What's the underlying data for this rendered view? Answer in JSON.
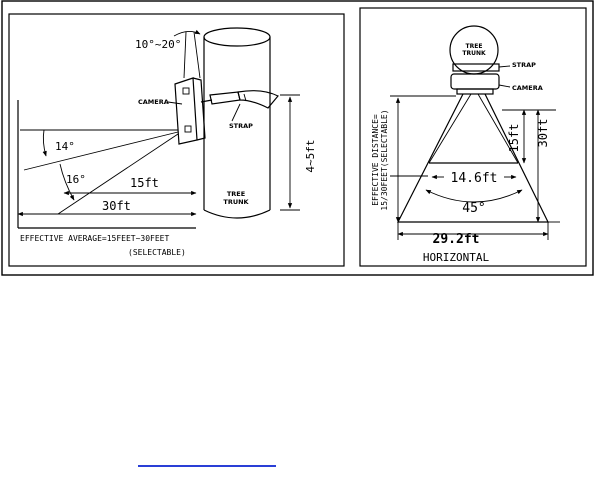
{
  "side_view": {
    "angle_top": "10°~20°",
    "camera": "CAMERA",
    "strap": "STRAP",
    "height": "4~5ft",
    "angle_a": "14°",
    "angle_b": "16°",
    "dist_near": "15ft",
    "dist_far": "30ft",
    "tree": [
      "TREE",
      "TRUNK"
    ],
    "caption_line1": "EFFECTIVE AVERAGE=15FEET~30FEET",
    "caption_line2": "(SELECTABLE)"
  },
  "top_view": {
    "tree": [
      "TREE",
      "TRUNK"
    ],
    "strap": "STRAP",
    "camera": "CAMERA",
    "dist_near": "15ft",
    "dist_far": "30ft",
    "vertical_label_1": "EFFECTIVE DISTANCE=",
    "vertical_label_2": "15/30FEET(SELECTABLE)",
    "width_near": "14.6ft",
    "fov": "45°",
    "width_far": "29.2ft",
    "caption": "HORIZONTAL"
  },
  "colors": {
    "frame": "#000000",
    "link": "#2a3fd6"
  }
}
